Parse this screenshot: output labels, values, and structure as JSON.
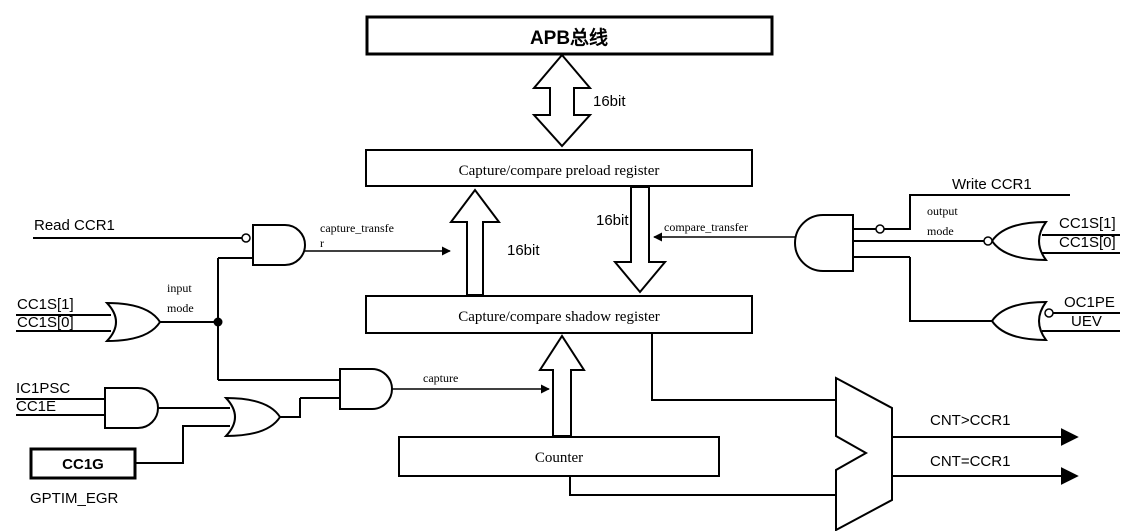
{
  "blocks": {
    "apb_bus": "APB总线",
    "preload_register": "Capture/compare preload register",
    "shadow_register": "Capture/compare shadow register",
    "counter": "Counter",
    "cc1g": "CC1G"
  },
  "buses": {
    "apb_width": "16bit",
    "capture_width": "16bit",
    "compare_width": "16bit"
  },
  "signals": {
    "read_ccr1": "Read CCR1",
    "write_ccr1": "Write CCR1",
    "capture_transfer_line1": "capture_transfe",
    "capture_transfer_line2": "r",
    "compare_transfer": "compare_transfer",
    "input_mode_line1": "input",
    "input_mode_line2": "mode",
    "output_mode_line1": "output",
    "output_mode_line2": "mode",
    "capture": "capture",
    "cc1s1_left": "CC1S[1]",
    "cc1s0_left": "CC1S[0]",
    "cc1s1_right": "CC1S[1]",
    "cc1s0_right": "CC1S[0]",
    "ic1psc": "IC1PSC",
    "cc1e": "CC1E",
    "gptim_egr": "GPTIM_EGR",
    "oc1pe": "OC1PE",
    "uev": "UEV",
    "cnt_gt_ccr1": "CNT>CCR1",
    "cnt_eq_ccr1": "CNT=CCR1"
  },
  "colors": {
    "line": "#000000",
    "background": "#ffffff"
  }
}
